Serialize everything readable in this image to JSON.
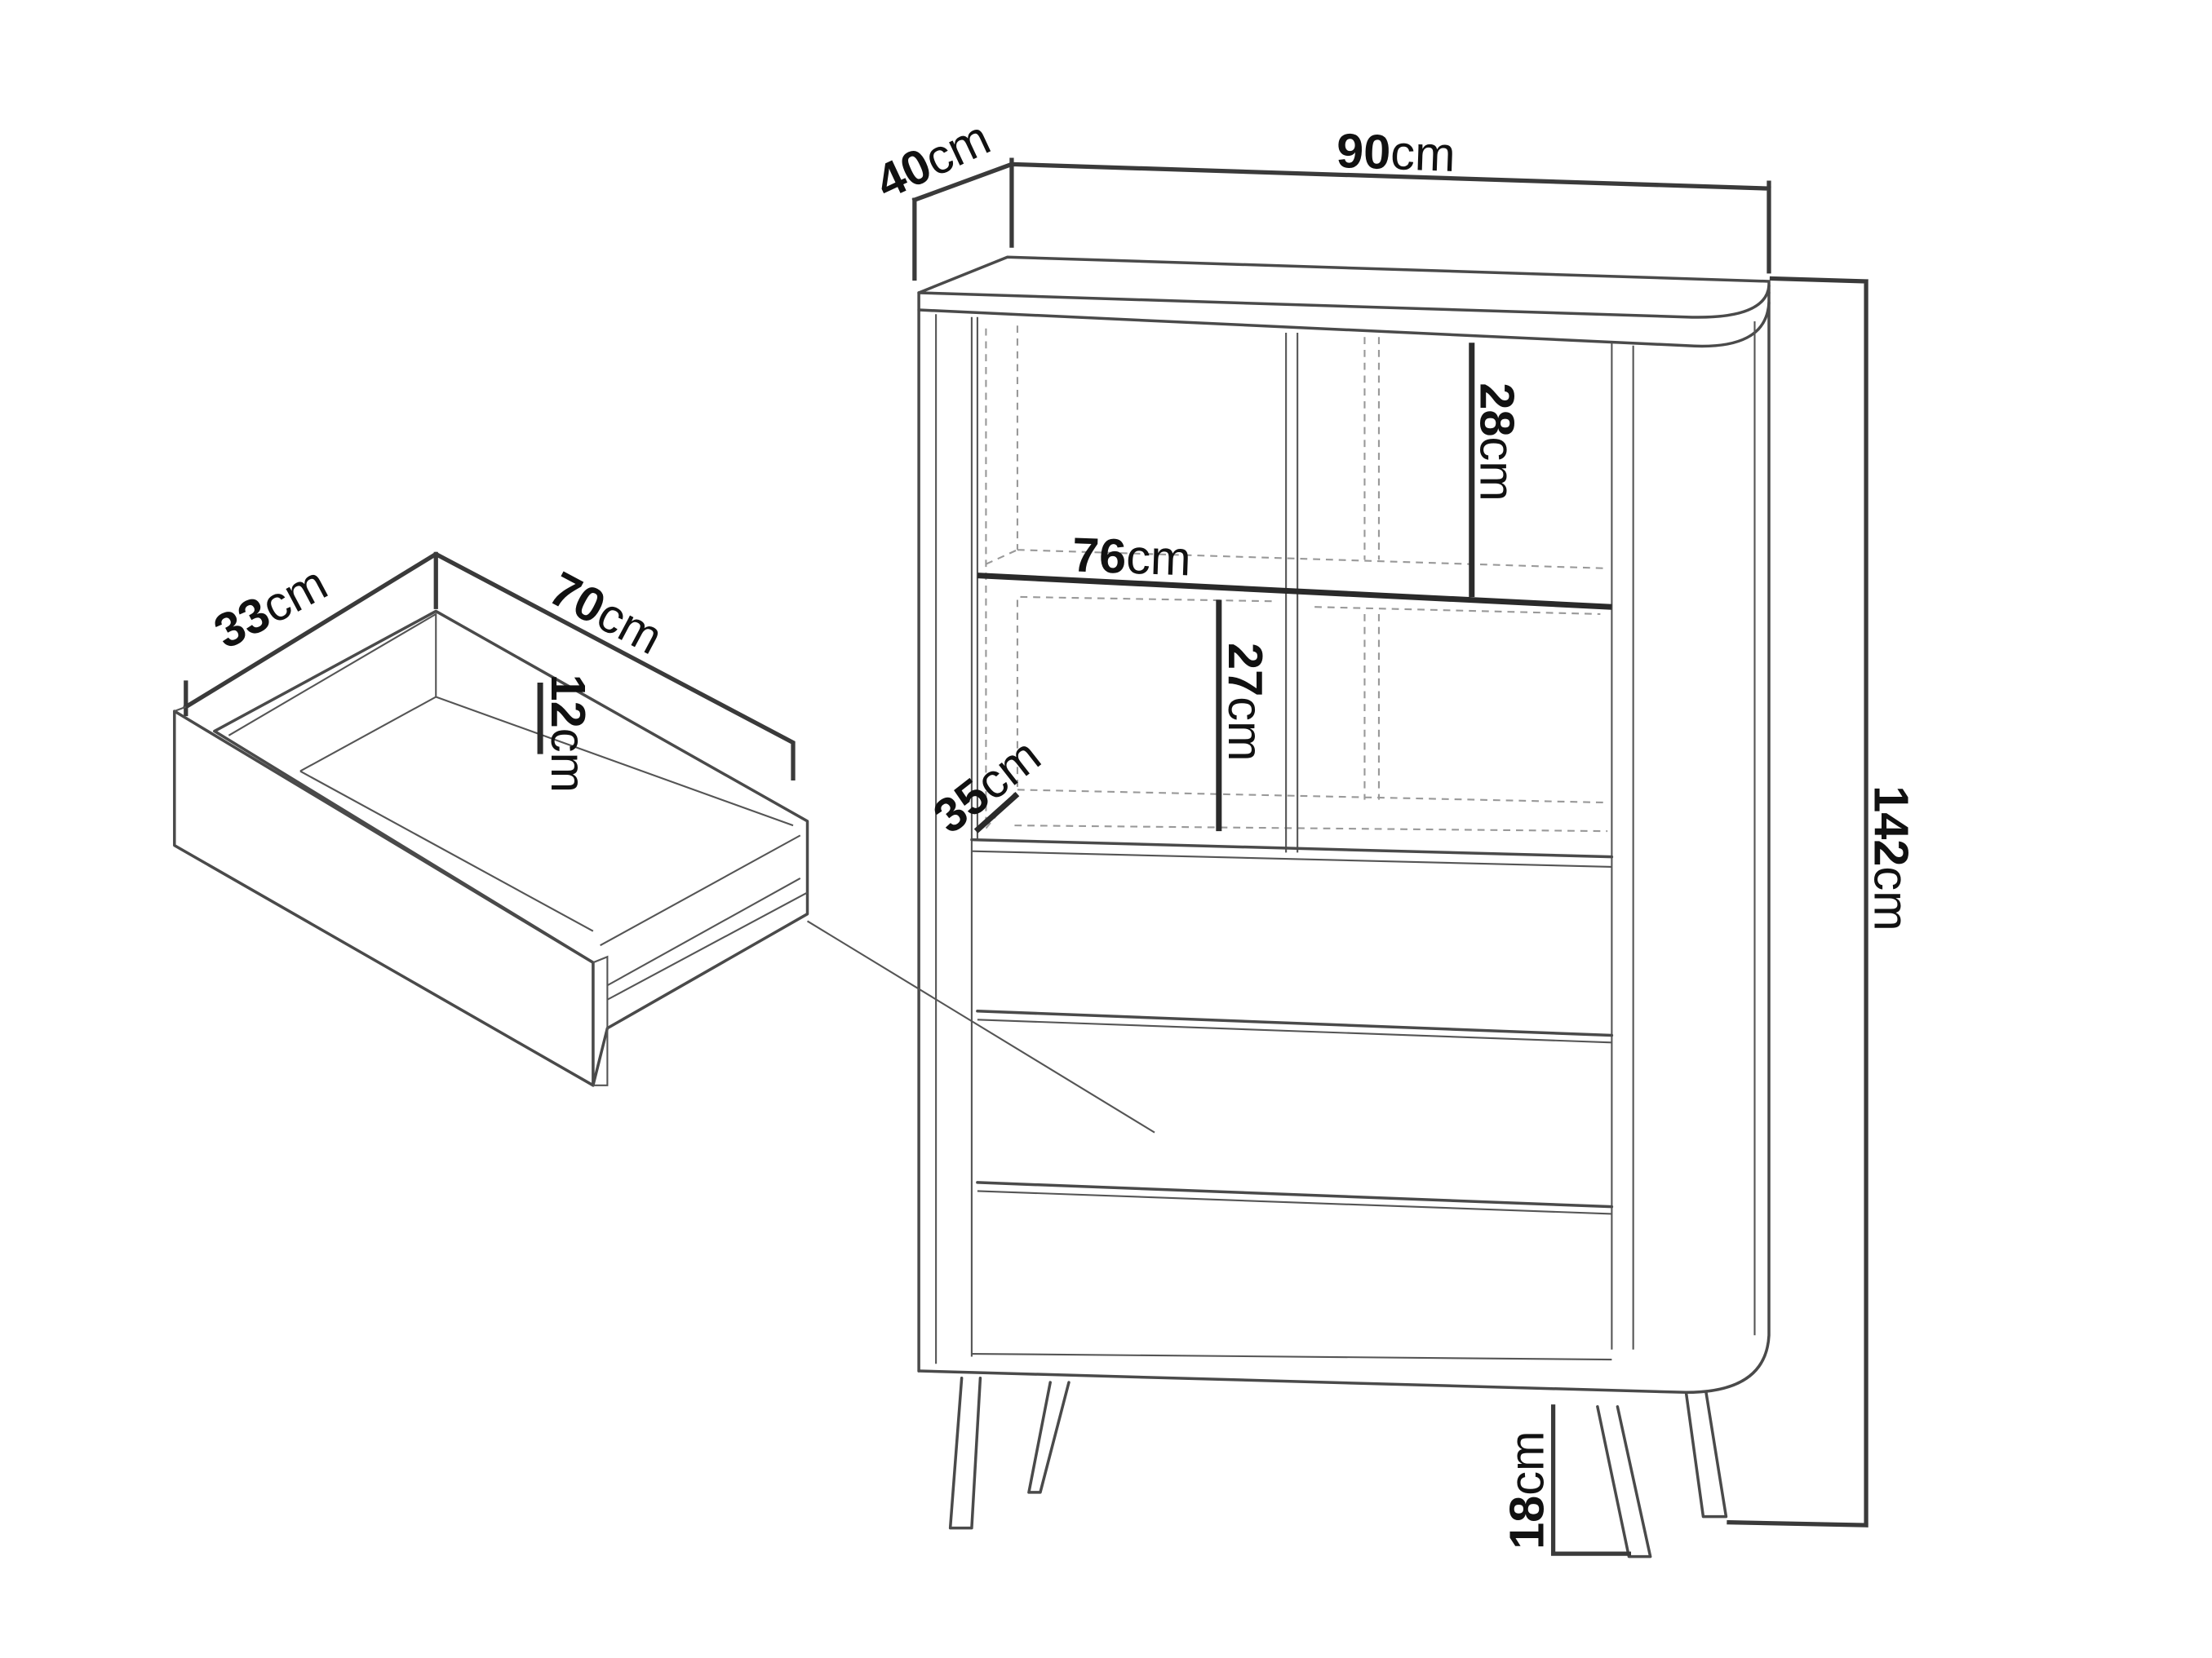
{
  "dimensions": {
    "depth": {
      "value": "40",
      "unit": "cm"
    },
    "width": {
      "value": "90",
      "unit": "cm"
    },
    "height": {
      "value": "142",
      "unit": "cm"
    },
    "upper_shelf_height": {
      "value": "28",
      "unit": "cm"
    },
    "inner_width": {
      "value": "76",
      "unit": "cm"
    },
    "lower_shelf_height": {
      "value": "27",
      "unit": "cm"
    },
    "inner_depth": {
      "value": "35",
      "unit": "cm"
    },
    "leg_height": {
      "value": "18",
      "unit": "cm"
    }
  },
  "drawer": {
    "depth": {
      "value": "33",
      "unit": "cm"
    },
    "width": {
      "value": "70",
      "unit": "cm"
    },
    "height": {
      "value": "12",
      "unit": "cm"
    }
  }
}
